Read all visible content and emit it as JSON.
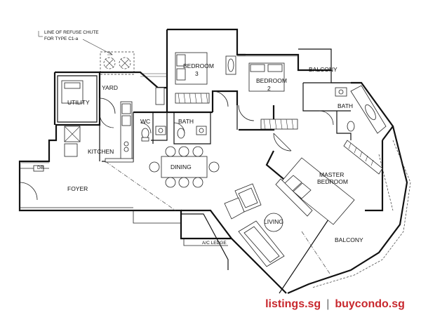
{
  "annotation": {
    "line1": "LINE OF REFUSE CHUTE",
    "line2": "FOR TYPE C1-a"
  },
  "rooms": {
    "utility": "UTILITY",
    "yard": "YARD",
    "bedroom3_a": "BEDROOM",
    "bedroom3_b": "3",
    "bedroom2_a": "BEDROOM",
    "bedroom2_b": "2",
    "balcony_top": "BALCONY",
    "bath_right": "BATH",
    "wc": "WC",
    "bath_mid": "BATH",
    "kitchen": "KITCHEN",
    "dining": "DINING",
    "master_a": "MASTER",
    "master_b": "BEDROOM",
    "foyer": "FOYER",
    "living": "LIVING",
    "ac_ledge": "A/C LEDGE",
    "balcony_bottom": "BALCONY",
    "db": "DB"
  },
  "watermark": {
    "left": "listings.sg",
    "separator": "|",
    "right": "buycondo.sg"
  }
}
